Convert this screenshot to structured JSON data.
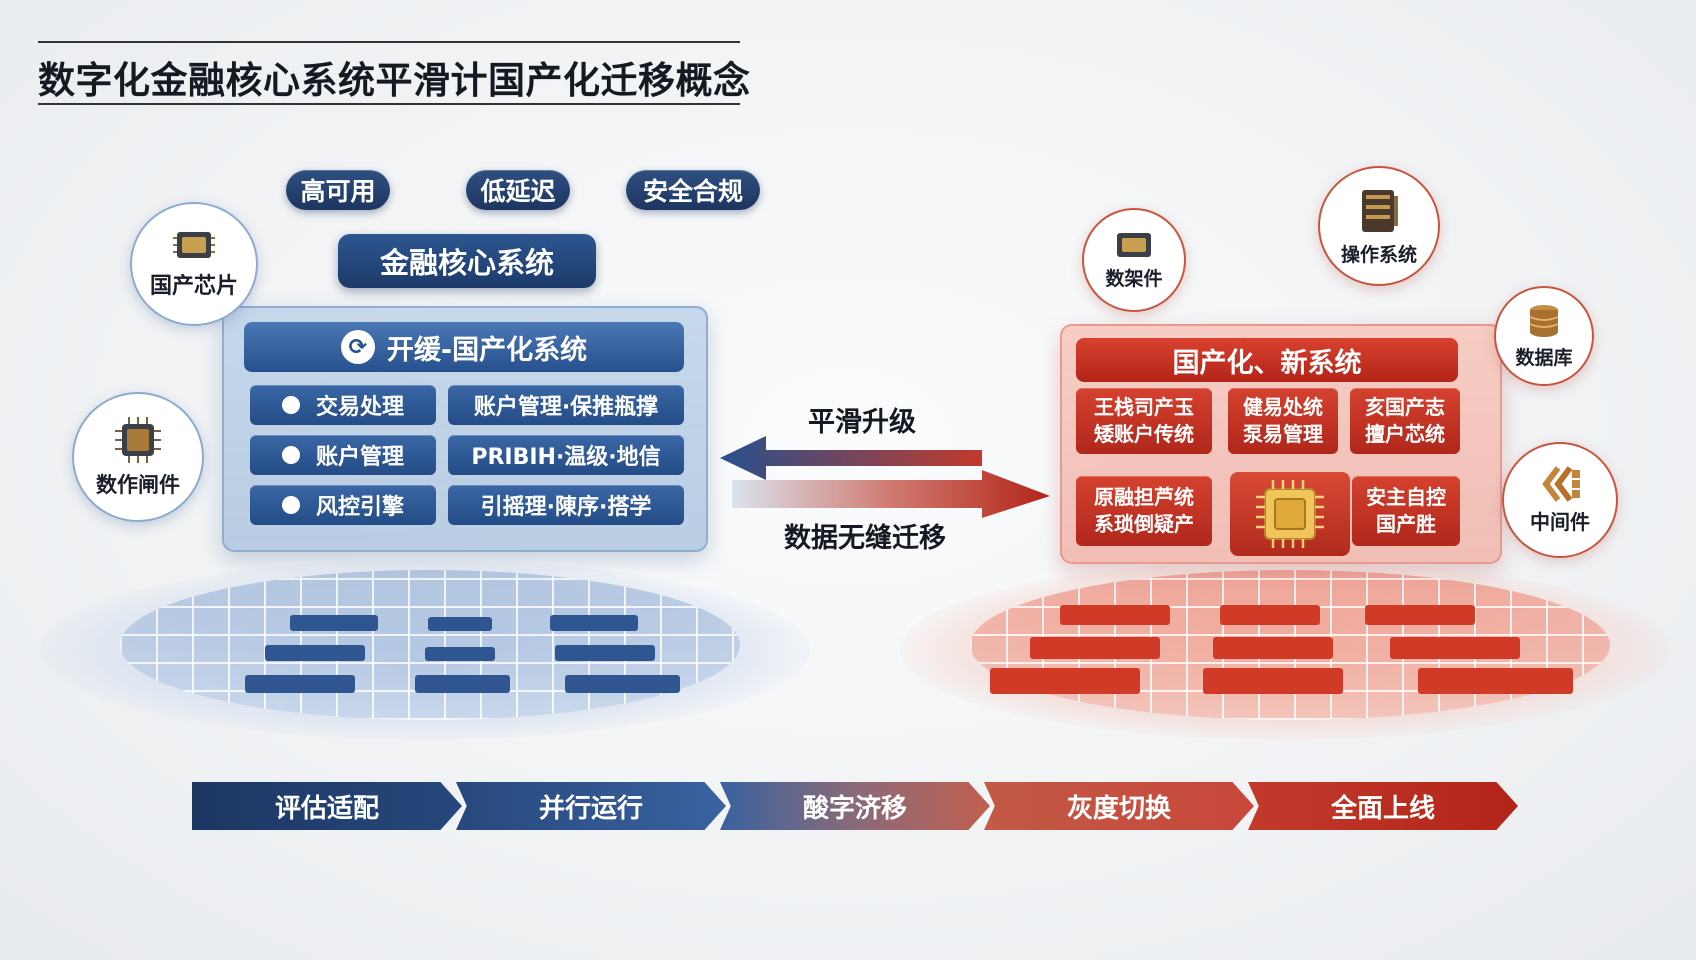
{
  "title": "数字化金融核心系统平滑计国产化迁移概念",
  "pills": [
    "高可用",
    "低延迟",
    "安全合规"
  ],
  "core_title": "金融核心系统",
  "left_panel": {
    "header": "开缓-国产化系统",
    "rows": [
      {
        "left": "交易处理",
        "right": "账户管理·保推瓶撑"
      },
      {
        "left": "账户管理",
        "right": "PRIBIH·温级·地信"
      },
      {
        "left": "风控引擎",
        "right": "引摇理·陳序·搭学"
      }
    ]
  },
  "left_badges": [
    "国产芯片",
    "数作闸件"
  ],
  "center": {
    "top": "平滑升级",
    "bottom": "数据无缝迁移"
  },
  "right_panel": {
    "header": "国产化、新系统",
    "cells": [
      [
        "王栈司产玉",
        "矮账户传统"
      ],
      [
        "健易处统",
        "泵易管理"
      ],
      [
        "亥国产志",
        "擅户芯统"
      ],
      [
        "原融担芦统",
        "系琐倒疑产"
      ],
      [
        "安主自控",
        "国产胜"
      ]
    ]
  },
  "right_badges": [
    "数架件",
    "操作系统",
    "数据库",
    "中间件"
  ],
  "steps": [
    "评估适配",
    "并行运行",
    "酸字济移",
    "灰度切换",
    "全面上线"
  ],
  "colors": {
    "navy": "#1d3560",
    "blue": "#27508e",
    "red": "#b32418",
    "step_colors": [
      "#1f3a68",
      "#2f5690",
      "#5d6c8e",
      "#c5563a",
      "#b42a1f"
    ]
  }
}
